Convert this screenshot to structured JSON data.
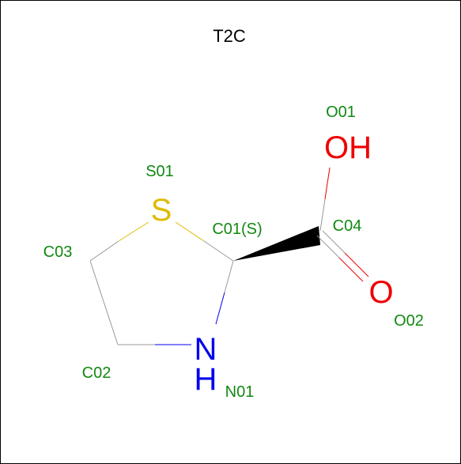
{
  "title": "T2C",
  "colors": {
    "atom_label": "#118811",
    "bond_gray": "#999999",
    "sulfur": "#DDBB00",
    "nitrogen": "#0000EE",
    "oxygen": "#EE0000",
    "title": "#000000"
  },
  "symbols": {
    "sulfur": "S",
    "nitrogen": "N",
    "hydrogen": "H",
    "hydroxyl": "OH",
    "oxygen": "O"
  },
  "atom_labels": {
    "s01": "S01",
    "c01": "C01(S)",
    "c02": "C02",
    "c03": "C03",
    "c04": "C04",
    "n01": "N01",
    "o01": "O01",
    "o02": "O02"
  }
}
